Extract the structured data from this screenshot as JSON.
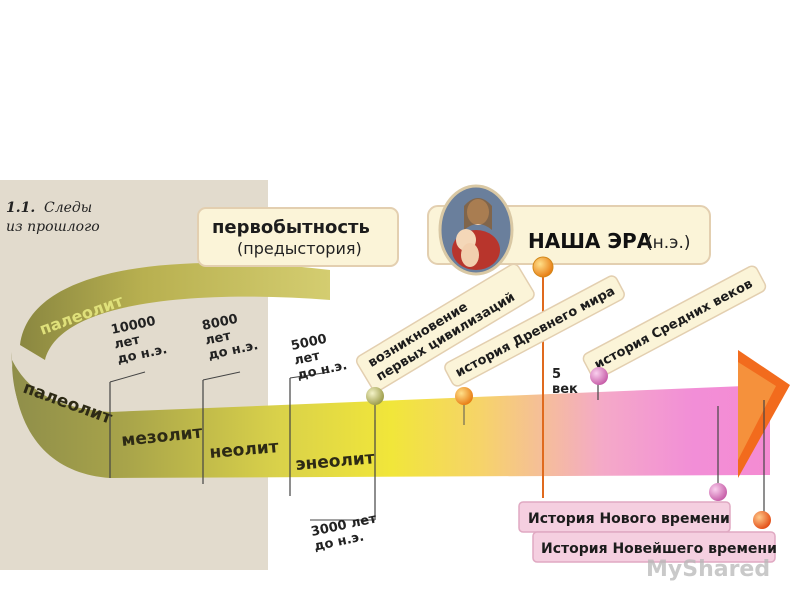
{
  "caption": {
    "number": "1.1.",
    "title_line1": "Следы",
    "title_line2": "из прошлого"
  },
  "headers": {
    "prehistory_title": "первобытность",
    "prehistory_subtitle": "(предыстория)",
    "our_era_title": "НАША ЭРА",
    "our_era_abbr": "(н.э.)"
  },
  "periods": {
    "paleolith_upper": "палеолит",
    "paleolith": "палеолит",
    "mesolith": "мезолит",
    "neolith": "неолит",
    "eneolith": "энеолит"
  },
  "dates": {
    "d10000": [
      "10000",
      "лет",
      "до н.э."
    ],
    "d8000": [
      "8000",
      "лет",
      "до н.э."
    ],
    "d5000": [
      "5000",
      "лет",
      "до н.э."
    ],
    "d3000": [
      "3000 лет",
      "до н.э."
    ],
    "century5": [
      "5",
      "век"
    ]
  },
  "histories": {
    "civilizations": [
      "возникновение",
      "первых цивилизаций"
    ],
    "ancient": "история Древнего мира",
    "middle_ages": "история Средних веков",
    "modern": "История Нового времени",
    "contemporary": "История Новейшего времени"
  },
  "watermark": "MyShared",
  "colors": {
    "page_bg": "#ffffff",
    "paper": "#e5dfd3",
    "band_yellow": "#e8d800",
    "band_olive": "#a29d3a",
    "band_pink": "#f07cc8",
    "arrow_orange": "#f26b1d",
    "label_bg": "#fbf4d8",
    "label_border": "#e0c9a8",
    "nav_label_bg": "#f5cfe0"
  },
  "icons": [
    "madonna-portrait",
    "time-arrow",
    "bead-marker"
  ]
}
